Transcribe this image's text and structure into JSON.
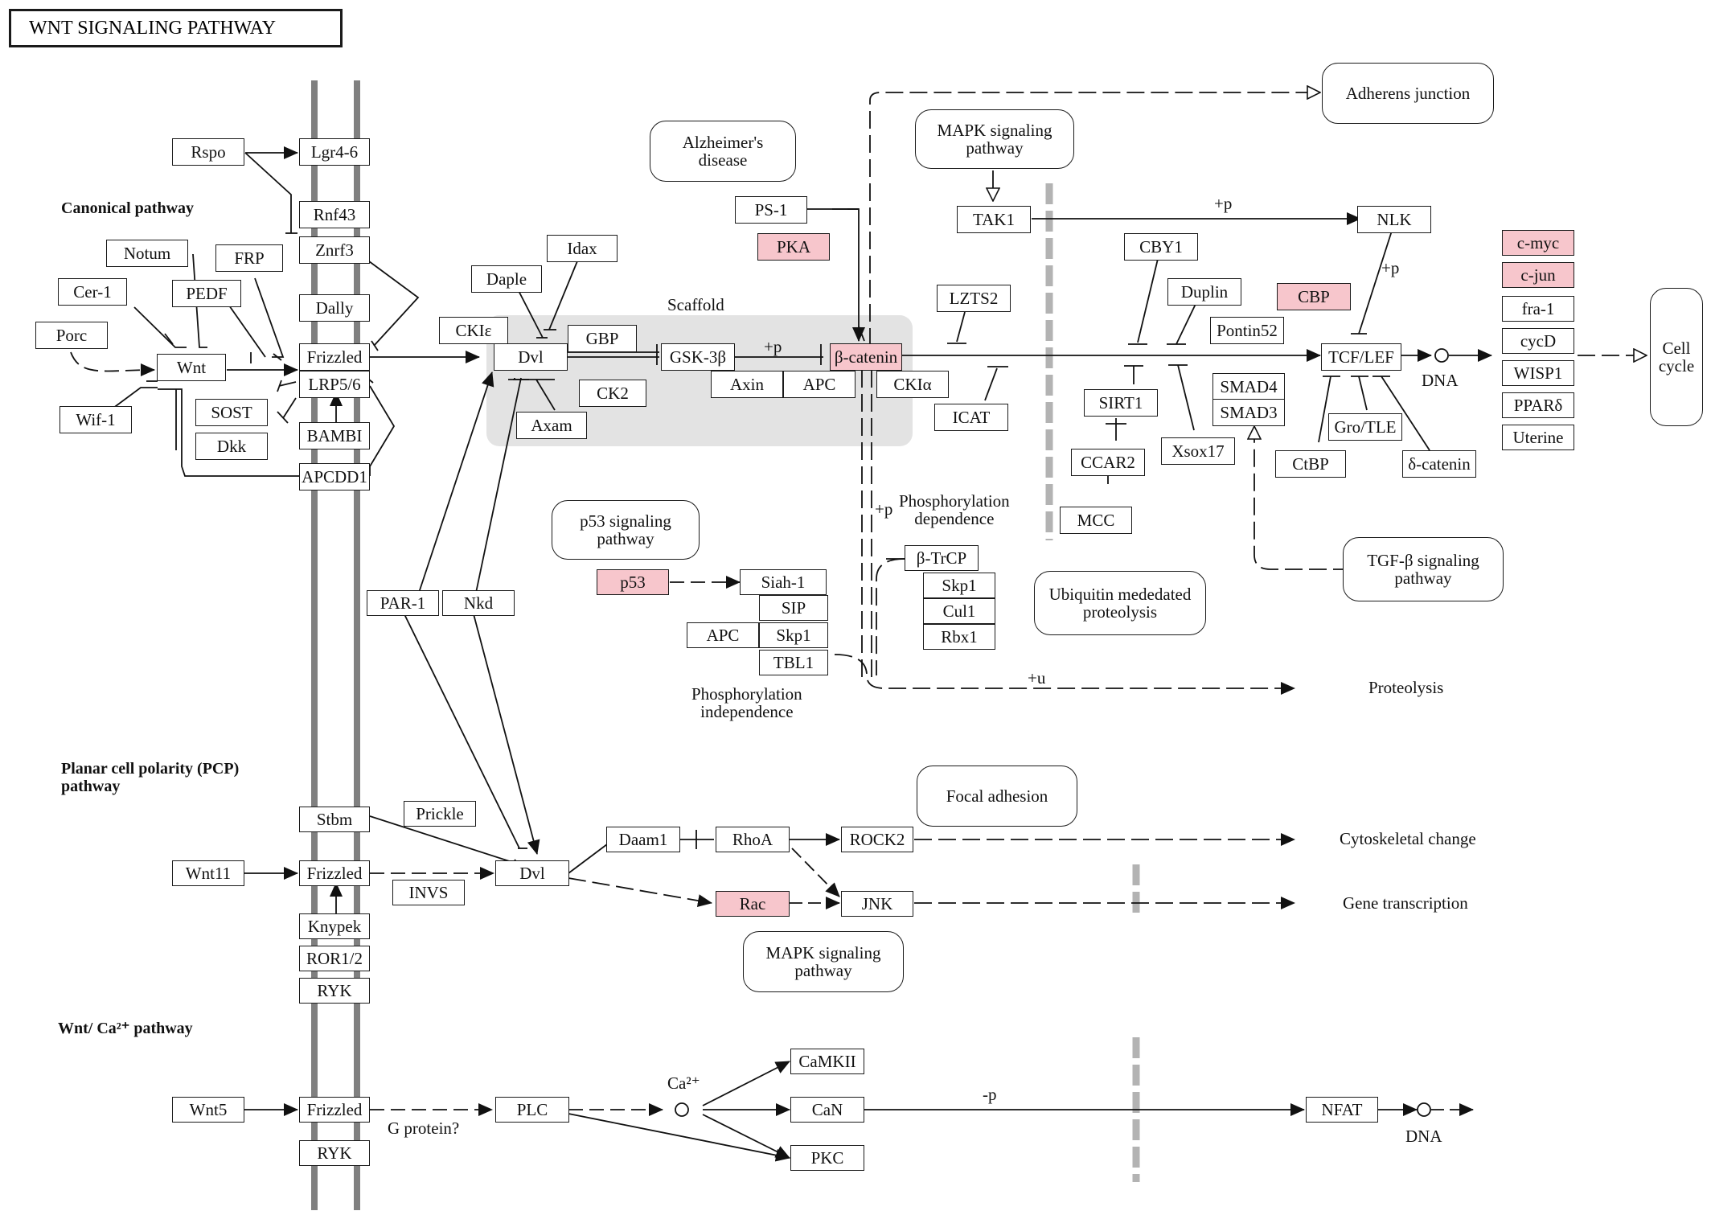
{
  "title": "WNT SIGNALING PATHWAY",
  "sections": [
    {
      "id": "canonical",
      "label": "Canonical pathway"
    },
    {
      "id": "pcp",
      "label": "Planar cell polarity (PCP)\npathway"
    },
    {
      "id": "ca",
      "label": "Wnt/ Ca²⁺ pathway"
    }
  ],
  "genes": [
    {
      "id": "rspo",
      "label": "Rspo",
      "highlight": false
    },
    {
      "id": "lgr46",
      "label": "Lgr4-6",
      "highlight": false
    },
    {
      "id": "rnf43",
      "label": "Rnf43",
      "highlight": false
    },
    {
      "id": "znrf3",
      "label": "Znrf3",
      "highlight": false
    },
    {
      "id": "notum",
      "label": "Notum",
      "highlight": false
    },
    {
      "id": "frp",
      "label": "FRP",
      "highlight": false
    },
    {
      "id": "cer1",
      "label": "Cer-1",
      "highlight": false
    },
    {
      "id": "pedf",
      "label": "PEDF",
      "highlight": false
    },
    {
      "id": "dally",
      "label": "Dally",
      "highlight": false
    },
    {
      "id": "porc",
      "label": "Porc",
      "highlight": false
    },
    {
      "id": "wnt",
      "label": "Wnt",
      "highlight": false
    },
    {
      "id": "frizzled1",
      "label": "Frizzled",
      "highlight": false
    },
    {
      "id": "lrp56",
      "label": "LRP5/6",
      "highlight": false
    },
    {
      "id": "wif1",
      "label": "Wif-1",
      "highlight": false
    },
    {
      "id": "sost",
      "label": "SOST",
      "highlight": false
    },
    {
      "id": "dkk",
      "label": "Dkk",
      "highlight": false
    },
    {
      "id": "bambi",
      "label": "BAMBI",
      "highlight": false
    },
    {
      "id": "apcdd1",
      "label": "APCDD1",
      "highlight": false
    },
    {
      "id": "idax",
      "label": "Idax",
      "highlight": false
    },
    {
      "id": "daple",
      "label": "Daple",
      "highlight": false
    },
    {
      "id": "ckie",
      "label": "CKIε",
      "highlight": false
    },
    {
      "id": "dvl1",
      "label": "Dvl",
      "highlight": false
    },
    {
      "id": "gbp",
      "label": "GBP",
      "highlight": false
    },
    {
      "id": "ck2",
      "label": "CK2",
      "highlight": false
    },
    {
      "id": "axam",
      "label": "Axam",
      "highlight": false
    },
    {
      "id": "ps1",
      "label": "PS-1",
      "highlight": false
    },
    {
      "id": "pka",
      "label": "PKA",
      "highlight": true
    },
    {
      "id": "gsk3b",
      "label": "GSK-3β",
      "highlight": false
    },
    {
      "id": "axin",
      "label": "Axin",
      "highlight": false
    },
    {
      "id": "apc1",
      "label": "APC",
      "highlight": false
    },
    {
      "id": "bcatenin",
      "label": "β-catenin",
      "highlight": true
    },
    {
      "id": "ckia",
      "label": "CKIα",
      "highlight": false
    },
    {
      "id": "tak1",
      "label": "TAK1",
      "highlight": false
    },
    {
      "id": "lzts2",
      "label": "LZTS2",
      "highlight": false
    },
    {
      "id": "icat",
      "label": "ICAT",
      "highlight": false
    },
    {
      "id": "cby1",
      "label": "CBY1",
      "highlight": false
    },
    {
      "id": "duplin",
      "label": "Duplin",
      "highlight": false
    },
    {
      "id": "pontin52",
      "label": "Pontin52",
      "highlight": false
    },
    {
      "id": "cbp",
      "label": "CBP",
      "highlight": true
    },
    {
      "id": "nlk",
      "label": "NLK",
      "highlight": false
    },
    {
      "id": "sirt1",
      "label": "SIRT1",
      "highlight": false
    },
    {
      "id": "smad4",
      "label": "SMAD4",
      "highlight": false
    },
    {
      "id": "smad3",
      "label": "SMAD3",
      "highlight": false
    },
    {
      "id": "tcflef",
      "label": "TCF/LEF",
      "highlight": false
    },
    {
      "id": "ccar2",
      "label": "CCAR2",
      "highlight": false
    },
    {
      "id": "xsox17",
      "label": "Xsox17",
      "highlight": false
    },
    {
      "id": "mcc",
      "label": "MCC",
      "highlight": false
    },
    {
      "id": "grotle",
      "label": "Gro/TLE",
      "highlight": false
    },
    {
      "id": "ctbp",
      "label": "CtBP",
      "highlight": false
    },
    {
      "id": "dcatenin",
      "label": "δ-catenin",
      "highlight": false
    },
    {
      "id": "cmyc",
      "label": "c-myc",
      "highlight": true
    },
    {
      "id": "cjun",
      "label": "c-jun",
      "highlight": true
    },
    {
      "id": "fra1",
      "label": "fra-1",
      "highlight": false
    },
    {
      "id": "cycd",
      "label": "cycD",
      "highlight": false
    },
    {
      "id": "wisp1",
      "label": "WISP1",
      "highlight": false
    },
    {
      "id": "ppard",
      "label": "PPARδ",
      "highlight": false
    },
    {
      "id": "uterine",
      "label": "Uterine",
      "highlight": false
    },
    {
      "id": "p53",
      "label": "p53",
      "highlight": true
    },
    {
      "id": "siah1",
      "label": "Siah-1",
      "highlight": false
    },
    {
      "id": "sip",
      "label": "SIP",
      "highlight": false
    },
    {
      "id": "apc2",
      "label": "APC",
      "highlight": false
    },
    {
      "id": "skp1a",
      "label": "Skp1",
      "highlight": false
    },
    {
      "id": "tbl1",
      "label": "TBL1",
      "highlight": false
    },
    {
      "id": "btrcp",
      "label": "β-TrCP",
      "highlight": false
    },
    {
      "id": "skp1b",
      "label": "Skp1",
      "highlight": false
    },
    {
      "id": "cul1",
      "label": "Cul1",
      "highlight": false
    },
    {
      "id": "rbx1",
      "label": "Rbx1",
      "highlight": false
    },
    {
      "id": "par1",
      "label": "PAR-1",
      "highlight": false
    },
    {
      "id": "nkd",
      "label": "Nkd",
      "highlight": false
    },
    {
      "id": "stbm",
      "label": "Stbm",
      "highlight": false
    },
    {
      "id": "prickle",
      "label": "Prickle",
      "highlight": false
    },
    {
      "id": "wnt11",
      "label": "Wnt11",
      "highlight": false
    },
    {
      "id": "frizzled2",
      "label": "Frizzled",
      "highlight": false
    },
    {
      "id": "invs",
      "label": "INVS",
      "highlight": false
    },
    {
      "id": "dvl2",
      "label": "Dvl",
      "highlight": false
    },
    {
      "id": "daam1",
      "label": "Daam1",
      "highlight": false
    },
    {
      "id": "rhoa",
      "label": "RhoA",
      "highlight": false
    },
    {
      "id": "rock2",
      "label": "ROCK2",
      "highlight": false
    },
    {
      "id": "rac",
      "label": "Rac",
      "highlight": true
    },
    {
      "id": "jnk",
      "label": "JNK",
      "highlight": false
    },
    {
      "id": "knypek",
      "label": "Knypek",
      "highlight": false
    },
    {
      "id": "ror12",
      "label": "ROR1/2",
      "highlight": false
    },
    {
      "id": "ryk1",
      "label": "RYK",
      "highlight": false
    },
    {
      "id": "wnt5",
      "label": "Wnt5",
      "highlight": false
    },
    {
      "id": "frizzled3",
      "label": "Frizzled",
      "highlight": false
    },
    {
      "id": "plc",
      "label": "PLC",
      "highlight": false
    },
    {
      "id": "camkii",
      "label": "CaMKII",
      "highlight": false
    },
    {
      "id": "can",
      "label": "CaN",
      "highlight": false
    },
    {
      "id": "pkc",
      "label": "PKC",
      "highlight": false
    },
    {
      "id": "nfat",
      "label": "NFAT",
      "highlight": false
    },
    {
      "id": "ryk2",
      "label": "RYK",
      "highlight": false
    }
  ],
  "pathway_links": [
    {
      "id": "alzheimers",
      "label": "Alzheimer's\ndisease"
    },
    {
      "id": "mapk1",
      "label": "MAPK signaling\npathway"
    },
    {
      "id": "adherens",
      "label": "Adherens junction"
    },
    {
      "id": "cellcycle",
      "label": "Cell\ncycle"
    },
    {
      "id": "p53path",
      "label": "p53 signaling\npathway"
    },
    {
      "id": "ubiquitin",
      "label": "Ubiquitin mededated\nproteolysis"
    },
    {
      "id": "tgfb",
      "label": "TGF-β signaling\npathway"
    },
    {
      "id": "focal",
      "label": "Focal adhesion"
    },
    {
      "id": "mapk2",
      "label": "MAPK signaling\npathway"
    }
  ],
  "annotations": [
    {
      "id": "scaffold",
      "label": "Scaffold"
    },
    {
      "id": "p1",
      "label": "+p"
    },
    {
      "id": "p2",
      "label": "+p"
    },
    {
      "id": "p3",
      "label": "+p"
    },
    {
      "id": "p4",
      "label": "+p"
    },
    {
      "id": "dna1",
      "label": "DNA"
    },
    {
      "id": "dna2",
      "label": "DNA"
    },
    {
      "id": "phosdep",
      "label": "Phosphorylation\ndependence"
    },
    {
      "id": "phosindep",
      "label": "Phosphorylation\nindependence"
    },
    {
      "id": "plusu",
      "label": "+u"
    },
    {
      "id": "proteolysis",
      "label": "Proteolysis"
    },
    {
      "id": "cytoskeletal",
      "label": "Cytoskeletal change"
    },
    {
      "id": "genetrans",
      "label": "Gene transcription"
    },
    {
      "id": "gprotein",
      "label": "G protein?"
    },
    {
      "id": "ca2",
      "label": "Ca²⁺"
    },
    {
      "id": "minusp",
      "label": "-p"
    }
  ]
}
